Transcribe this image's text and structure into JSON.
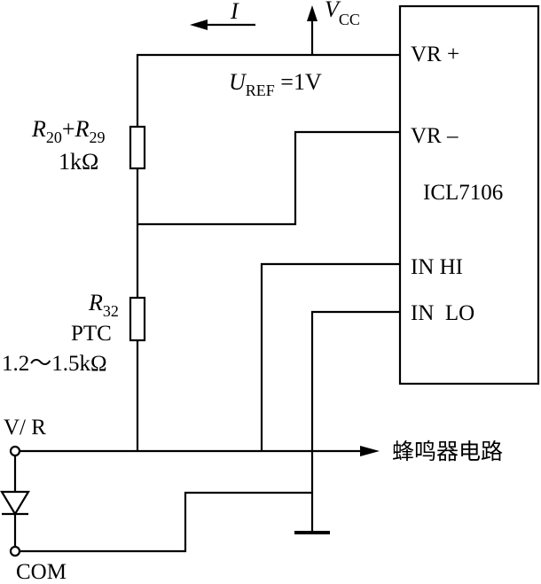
{
  "ic": {
    "name": "ICL7106",
    "pins": {
      "vr_plus": "VR +",
      "vr_minus": "VR –",
      "in_hi": "IN HI",
      "in_lo": "IN  LO"
    }
  },
  "supply": {
    "base": "V",
    "sub": "CC"
  },
  "current": {
    "label": "I"
  },
  "uref": {
    "base": "U",
    "sub": "REF",
    "value": " =1V"
  },
  "r20r29": {
    "r1": "R",
    "s1": "20",
    "plus": "+",
    "r2": "R",
    "s2": "29",
    "value": "1kΩ"
  },
  "r32": {
    "r": "R",
    "s": "32",
    "type": "PTC",
    "value": "1.2～1.5kΩ"
  },
  "terminals": {
    "top": "V/ R",
    "bottom": "COM"
  },
  "output": {
    "label": "蜂鸣器电路"
  }
}
